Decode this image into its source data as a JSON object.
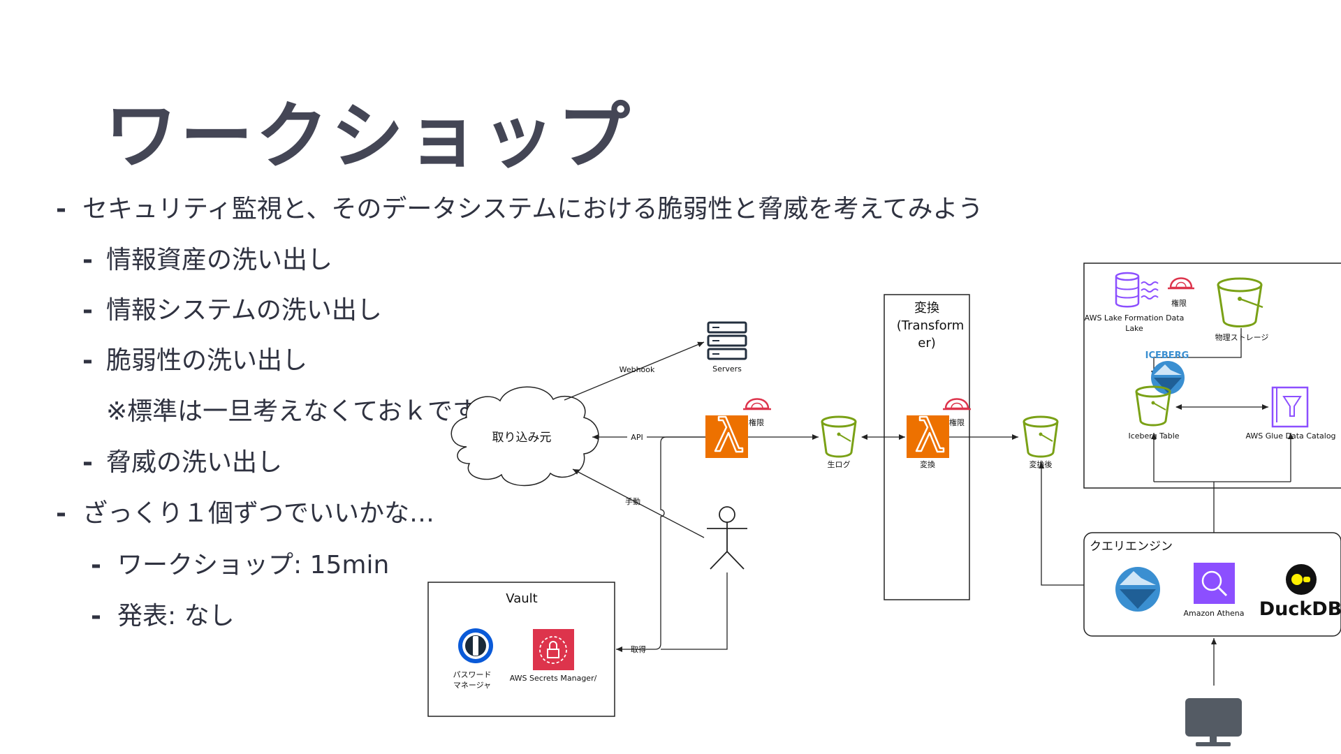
{
  "slide": {
    "title": "ワークショップ",
    "bullets": [
      {
        "dash": "-",
        "text": "セキュリティ監視と、そのデータシステムにおける脆弱性と脅威を考えてみよう"
      },
      {
        "dash": "-",
        "text": "情報資産の洗い出し"
      },
      {
        "dash": "-",
        "text": "情報システムの洗い出し"
      },
      {
        "dash": "-",
        "text": "脆弱性の洗い出し"
      },
      {
        "dash": "",
        "text": "※標準は一旦考えなくておｋです"
      },
      {
        "dash": "-",
        "text": "脅威の洗い出し"
      },
      {
        "dash": "-",
        "text": "ざっくり１個ずつでいいかな…"
      },
      {
        "dash": "-",
        "text": "ワークショップ: 15min"
      },
      {
        "dash": "-",
        "text": "発表: なし"
      }
    ]
  },
  "diagram": {
    "cloud_label": "取り込み元",
    "servers_label": "Servers",
    "edge_webhook": "Webhook",
    "edge_api": "API",
    "edge_manual": "手動",
    "edge_fetch": "取得",
    "lambda1_perm_label": "権限",
    "raw_log_label": "生ログ",
    "transformer_box_title_line1": "変換",
    "transformer_box_title_line2": "(Transform",
    "transformer_box_title_line3": "er)",
    "lambda2_label": "変換",
    "lambda2_perm_label": "権限",
    "converted_label": "変換後",
    "vault_title": "Vault",
    "password_manager_line1": "パスワード",
    "password_manager_line2": "マネージャ",
    "secrets_manager_label": "AWS Secrets Manager/",
    "lake_formation_line1": "AWS Lake Formation Data",
    "lake_formation_line2": "Lake",
    "lake_perm_label": "権限",
    "physical_storage_label": "物理ストレージ",
    "iceberg_label": "ICEBERG",
    "iceberg_table_label": "Iceberg Table",
    "glue_catalog_label": "AWS Glue Data Catalog",
    "query_engine_title": "クエリエンジン",
    "athena_label": "Amazon Athena",
    "duckdb_label": "DuckDB"
  },
  "colors": {
    "title": "#444655",
    "lambda_orange": "#ED7100",
    "s3_green": "#7AA116",
    "secrets_red": "#DD344C",
    "lake_purple": "#8C4FFF",
    "iceberg_blue": "#3A8FD1",
    "monitor_gray": "#545B64"
  }
}
